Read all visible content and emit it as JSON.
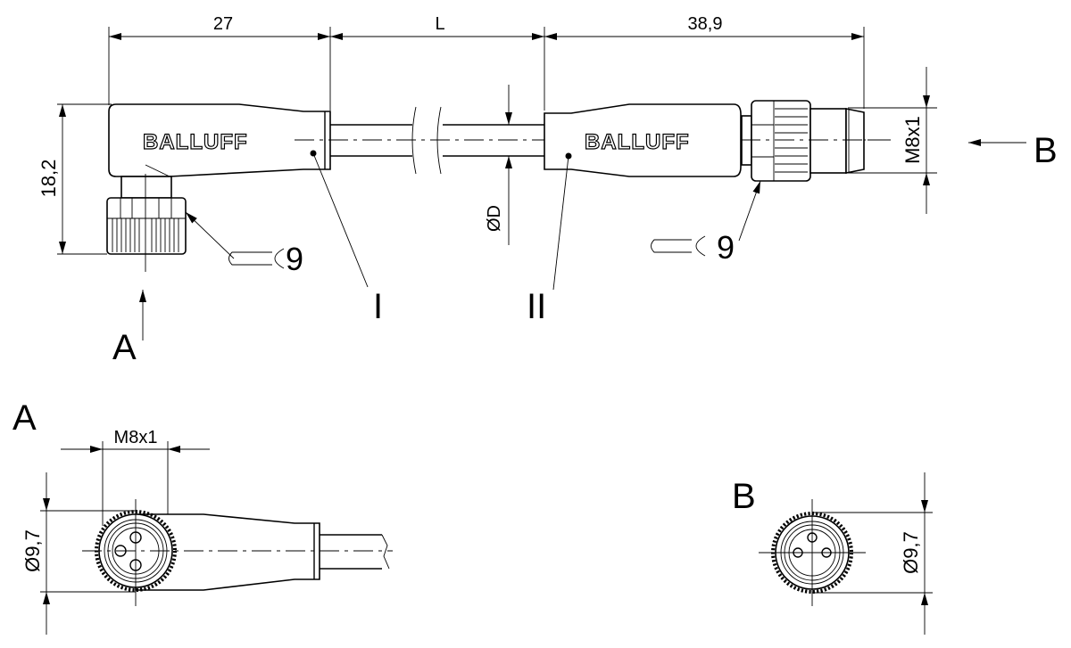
{
  "drawing": {
    "dimensions": {
      "left_length": "27",
      "cable_length": "L",
      "right_length": "38,9",
      "left_height": "18,2",
      "cable_diameter": "ØD",
      "thread_right": "M8x1",
      "thread_view_a": "M8x1",
      "diameter_view_a": "Ø9,7",
      "diameter_view_b": "Ø9,7"
    },
    "wrench_size_left": "9",
    "wrench_size_right": "9",
    "brand_logo": "BALLUFF",
    "part_labels": {
      "left": "I",
      "right": "II"
    },
    "view_labels": {
      "a_arrow": "A",
      "b_arrow": "B",
      "a_view": "A",
      "b_view": "B"
    }
  }
}
